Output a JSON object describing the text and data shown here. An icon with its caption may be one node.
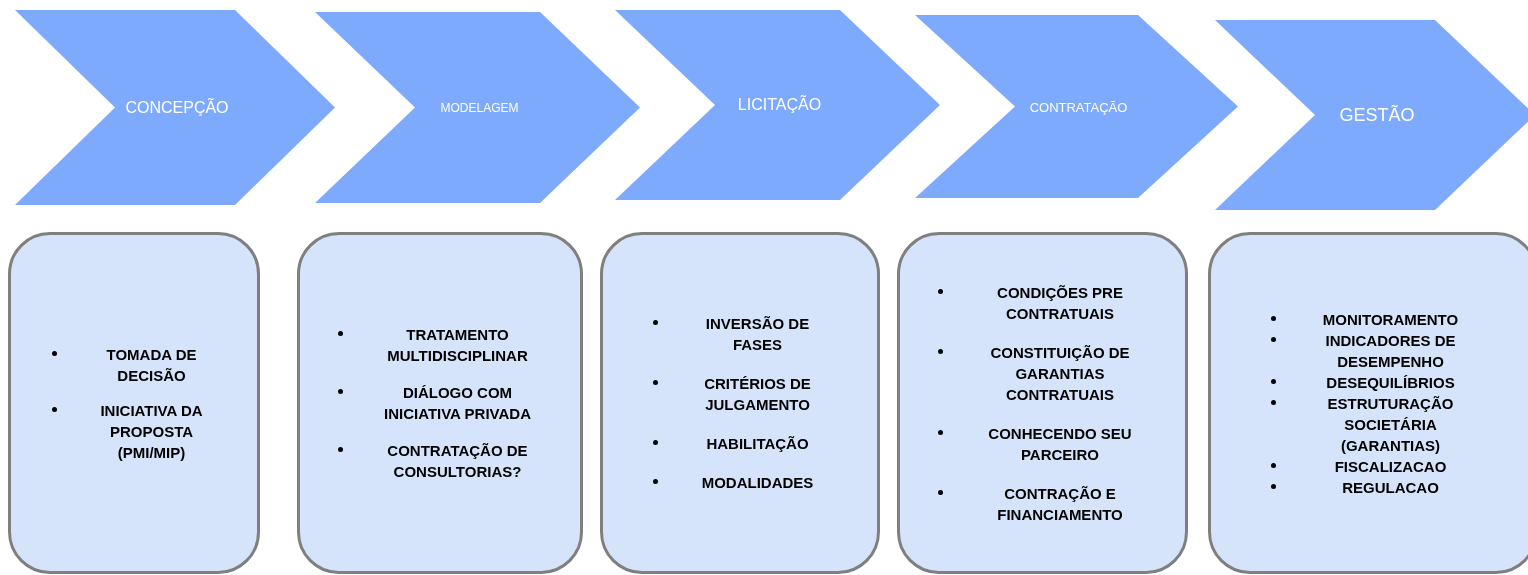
{
  "diagram": {
    "nodes": [
      {
        "text": [
          "CONCEPÇÃO"
        ]
      },
      {
        "text": [
          "MODELAGEM"
        ]
      },
      {
        "text": [
          "LICITAÇÃO"
        ]
      },
      {
        "text": [
          "CONTRATAÇÃO"
        ]
      },
      {
        "text": [
          "GESTÃO"
        ]
      },
      {
        "text": [
          "TOMADA DE DECISÃO",
          "INICIATIVA DA PROPOSTA (PMI/MIP)"
        ]
      },
      {
        "text": [
          "TRATAMENTO MULTIDISCIPLINAR",
          "DIÁLOGO COM INICIATIVA PRIVADA",
          "CONTRATAÇÃO DE CONSULTORIAS?"
        ]
      },
      {
        "text": [
          "INVERSÃO DE FASES",
          "CRITÉRIOS DE JULGAMENTO",
          "HABILITAÇÃO",
          "MODALIDADES"
        ]
      },
      {
        "text": [
          "CONDIÇÕES PRE CONTRATUAIS",
          "CONSTITUIÇÃO DE GARANTIAS CONTRATUAIS",
          "CONHECENDO SEU PARCEIRO",
          "CONTRAÇÃO E FINANCIAMENTO"
        ]
      },
      {
        "text": [
          "MONITORAMENTO",
          "INDICADORES DE DESEMPENHO",
          "DESEQUILÍBRIOS",
          "ESTRUTURAÇÃO SOCIETÁRIA (GARANTIAS)",
          "FISCALIZACAO",
          "REGULACAO"
        ]
      }
    ]
  }
}
